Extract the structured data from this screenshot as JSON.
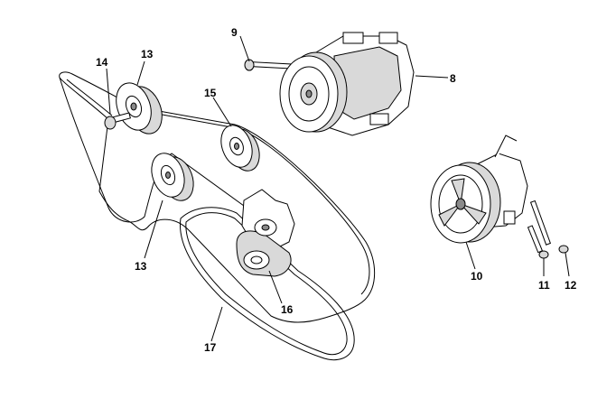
{
  "labels": {
    "l8": "8",
    "l9": "9",
    "l10": "10",
    "l11": "11",
    "l12": "12",
    "l13a": "13",
    "l13b": "13",
    "l14": "14",
    "l15": "15",
    "l16": "16",
    "l17": "17"
  }
}
